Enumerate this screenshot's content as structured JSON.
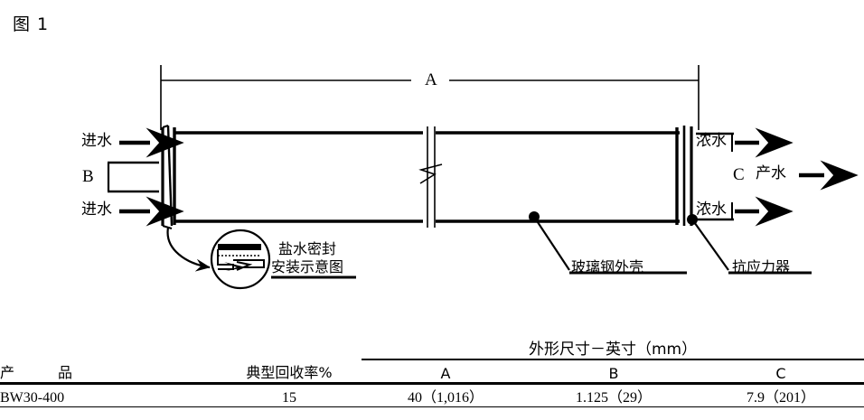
{
  "figure": {
    "title": "图 1",
    "dimension_a_label": "A",
    "dimension_b_label": "B",
    "dimension_c_label": "C",
    "feed_top_label": "进水",
    "feed_bottom_label": "进水",
    "concentrate_top_label": "浓水",
    "concentrate_bottom_label": "浓水",
    "permeate_label": "产水",
    "brine_seal_callout_line1": "盐水密封",
    "brine_seal_callout_line2": "安装示意图",
    "frp_shell_callout": "玻璃钢外壳",
    "anti_telescoping_callout": "抗应力器"
  },
  "table": {
    "group_header": "外形尺寸－英寸（mm）",
    "headers": {
      "product_a": "产",
      "product_b": "品",
      "recovery": "典型回收率%",
      "dim_a": "A",
      "dim_b": "B",
      "dim_c": "C"
    },
    "rows": [
      {
        "product": "BW30-400",
        "recovery": "15",
        "dim_a": "40（1,016）",
        "dim_b": "1.125（29）",
        "dim_c": "7.9（201）"
      }
    ]
  },
  "colors": {
    "line": "#000000",
    "background": "#ffffff"
  }
}
